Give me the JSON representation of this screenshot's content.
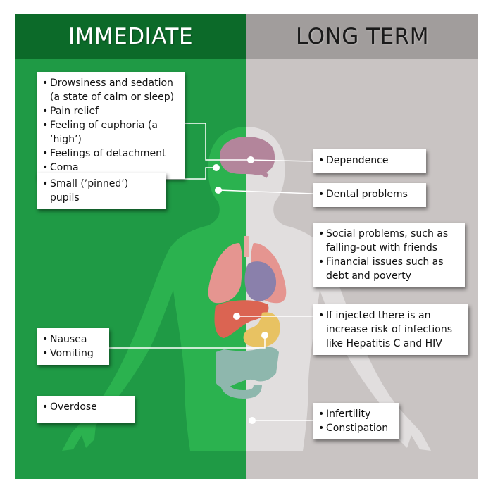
{
  "headers": {
    "immediate": "IMMEDIATE",
    "long_term": "LONG TERM"
  },
  "immediate": {
    "box1": [
      "Drowsiness and sedation (a state of calm or sleep)",
      "Pain relief",
      "Feeling of euphoria (a ‘high’)",
      "Feelings of detachment",
      "Coma"
    ],
    "box2": [
      "Small (’pinned’) pupils"
    ],
    "box3": [
      "Nausea",
      "Vomiting"
    ],
    "box4": [
      "Overdose"
    ]
  },
  "long_term": {
    "box1": [
      "Dependence"
    ],
    "box2": [
      "Dental problems"
    ],
    "box3": [
      "Social problems, such as falling-out with friends",
      "Financial issues such as debt and poverty"
    ],
    "box4": [
      "If injected there is an increase risk of infections like Hepatitis C and HIV"
    ],
    "box5": [
      "Infertility",
      "Constipation"
    ]
  },
  "colors": {
    "immediate_bg": "#1f9a45",
    "immediate_header": "#0c6a29",
    "long_term_bg": "#c9c4c3",
    "long_term_header": "#a19d9c",
    "brain": "#b3859b",
    "lungs": "#e59590",
    "heart": "#8a80ab",
    "liver": "#db6452",
    "stomach": "#e8c262",
    "intestine": "#8eb7ad"
  }
}
